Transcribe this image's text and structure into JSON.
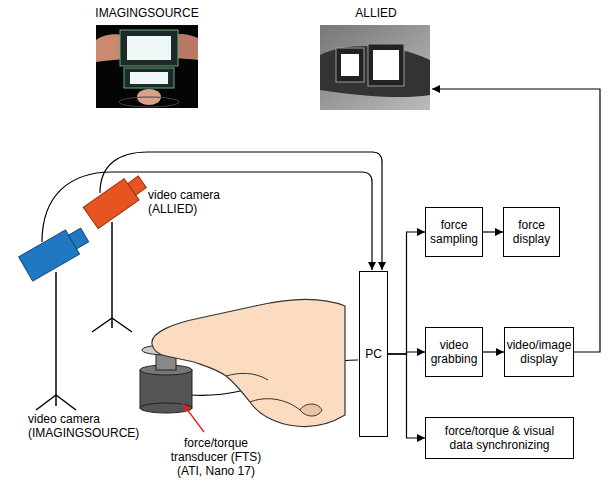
{
  "diagram": {
    "nodes": [
      {
        "text": [
          "IMAGINGSOURCE"
        ]
      },
      {
        "text": [
          "ALLIED"
        ]
      },
      {
        "text": [
          "PC"
        ]
      },
      {
        "text": [
          "force sampling"
        ]
      },
      {
        "text": [
          "force display"
        ]
      },
      {
        "text": [
          "video grabbing"
        ]
      },
      {
        "text": [
          "video/image display"
        ]
      },
      {
        "text": [
          "force/torque & visual data synchronizing"
        ]
      }
    ],
    "edges": [
      {
        "from": 2,
        "to": 3,
        "arrow": "to"
      },
      {
        "from": 2,
        "to": 5,
        "arrow": "to"
      },
      {
        "from": 2,
        "to": 7,
        "arrow": "to"
      },
      {
        "from": 3,
        "to": 4,
        "arrow": "to"
      },
      {
        "from": 5,
        "to": 6,
        "arrow": "to"
      },
      {
        "from": 6,
        "to": 1,
        "arrow": "to"
      }
    ],
    "labels": [
      "video camera (ALLIED)",
      "video camera (IMAGINGSOURCE)",
      "force/torque transducer (FTS) (ATI, Nano 17)"
    ]
  }
}
